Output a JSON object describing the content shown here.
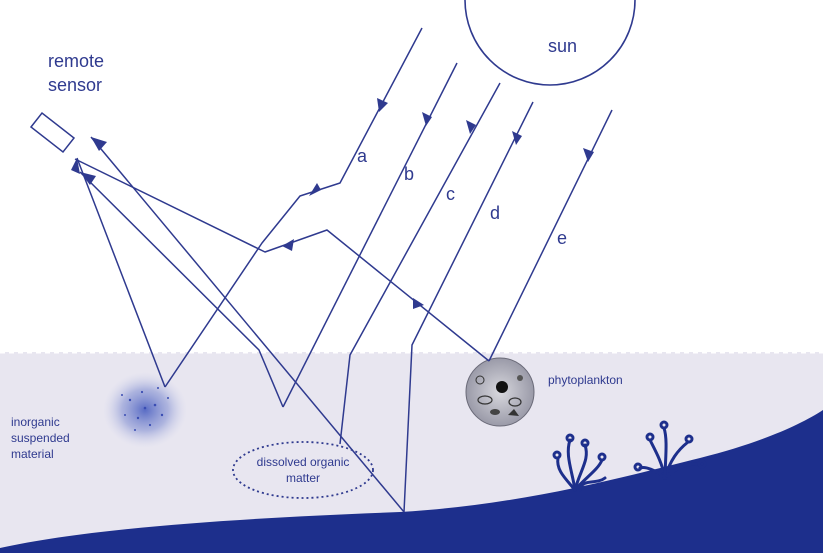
{
  "labels": {
    "remote_sensor_line1": "remote",
    "remote_sensor_line2": "sensor",
    "sun": "sun",
    "path_a": "a",
    "path_b": "b",
    "path_c": "c",
    "path_d": "d",
    "path_e": "e",
    "phytoplankton": "phytoplankton",
    "inorganic_line1": "inorganic",
    "inorganic_line2": "suspended",
    "inorganic_line3": "material",
    "dom_line1": "dissolved organic",
    "dom_line2": "matter"
  },
  "colors": {
    "line": "#2f3a8f",
    "water": "#e8e6f0",
    "seabed": "#1d2f8c",
    "surface_dash": "#ffffff"
  }
}
